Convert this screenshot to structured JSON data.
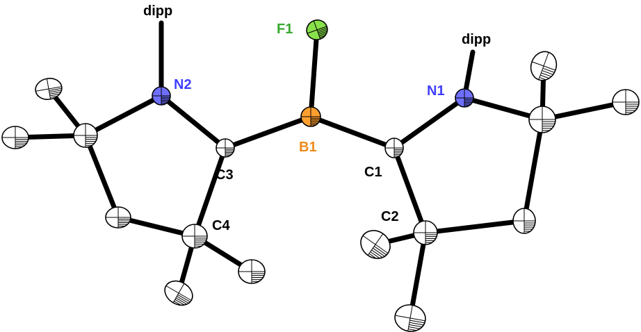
{
  "colors": {
    "carbon": "#ffffff",
    "nitrogen": "#6f6fff",
    "boron": "#ff9f2f",
    "fluorine": "#88e04a",
    "bond": "#000000",
    "label_black": "#000000",
    "label_n": "#3f3fff",
    "label_b": "#f08a1c",
    "label_f": "#39a82f"
  },
  "labels": {
    "F1": "F1",
    "B1": "B1",
    "N1": "N1",
    "N2": "N2",
    "C1": "C1",
    "C2": "C2",
    "C3": "C3",
    "C4": "C4",
    "dipp_left": "dipp",
    "dipp_right": "dipp"
  }
}
